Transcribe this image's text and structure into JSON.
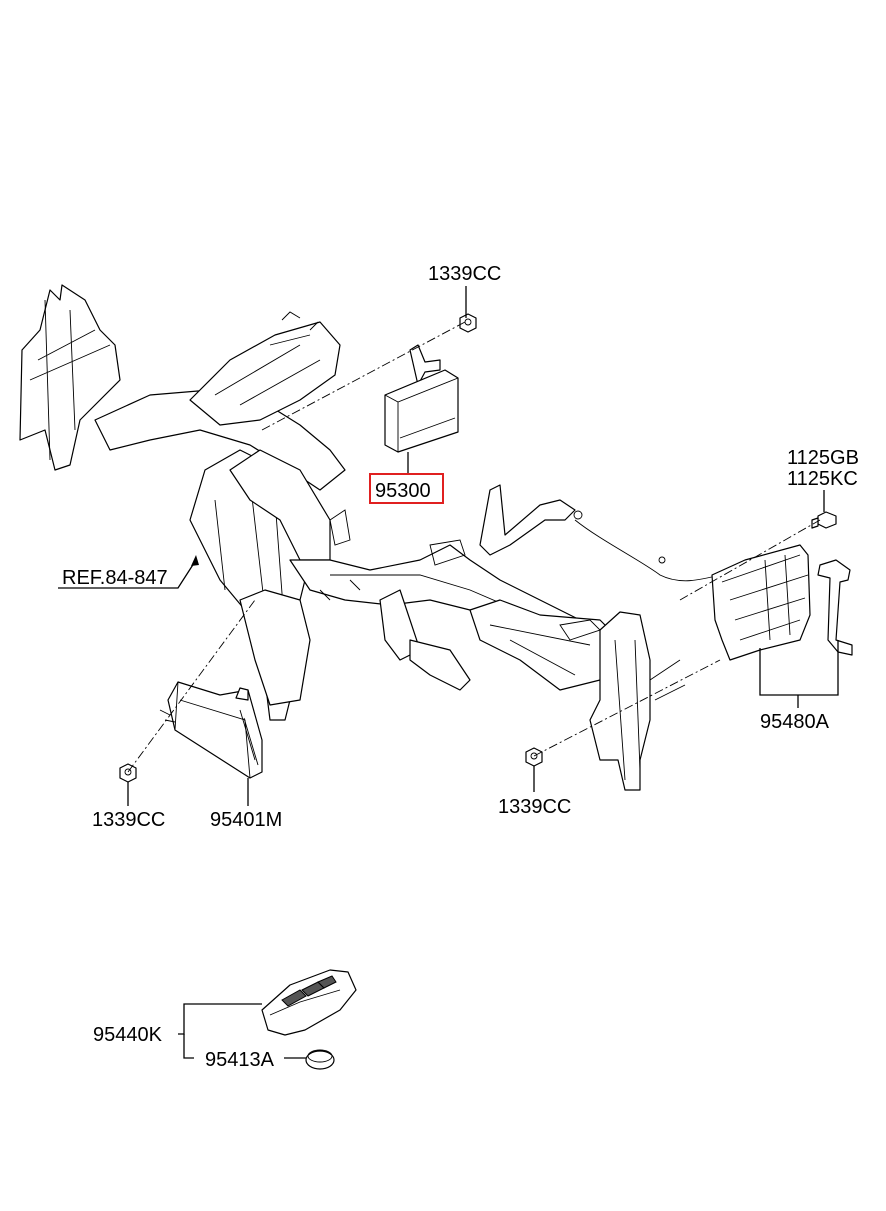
{
  "labels": {
    "nut_top": "1339CC",
    "module_center": "95300",
    "bolt_1": "1125GB",
    "bolt_2": "1125KC",
    "ref": "REF.84-847",
    "module_right": "95480A",
    "nut_left": "1339CC",
    "module_left": "95401M",
    "nut_bottom": "1339CC",
    "smart_key": "95440K",
    "battery": "95413A"
  },
  "highlight_color": "#e02020"
}
